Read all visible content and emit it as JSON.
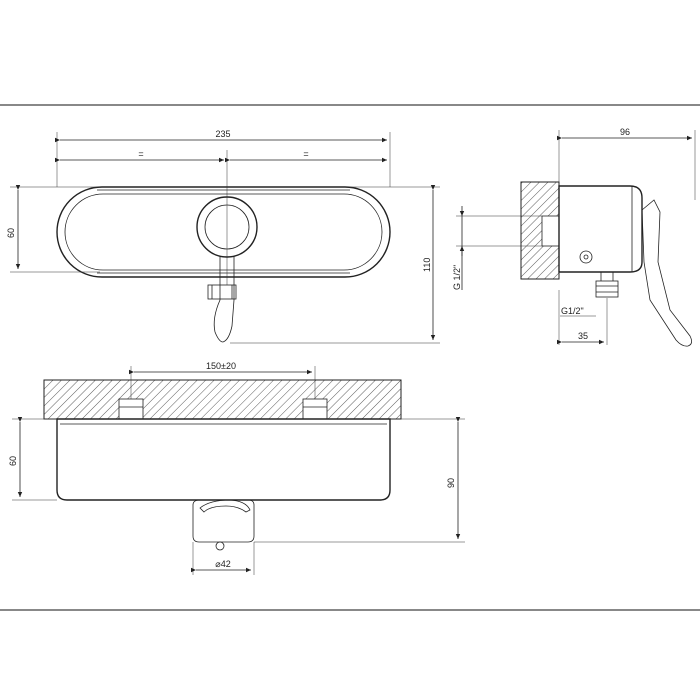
{
  "dimensions": {
    "front_width": "235",
    "front_half_left": "=",
    "front_half_right": "=",
    "front_height_left": "60",
    "front_height_right": "110",
    "side_depth": "96",
    "side_thread": "G 1/2\"",
    "side_fitting": "G1/2\"",
    "side_fitting_offset": "35",
    "top_center_distance": "150±20",
    "top_height_left": "60",
    "top_height_right": "90",
    "top_diameter": "⌀42"
  },
  "colors": {
    "line": "#222222",
    "background": "#ffffff"
  }
}
